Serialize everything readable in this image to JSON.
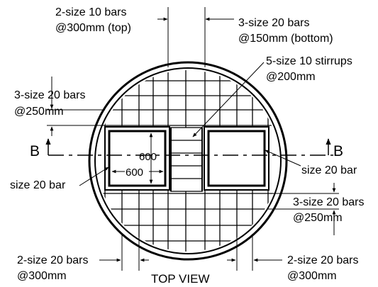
{
  "labels": {
    "top_bars_l1": "2-size 10 bars",
    "top_bars_l2": "@300mm (top)",
    "bottom_bars_l1": "3-size 20 bars",
    "bottom_bars_l2": "@150mm (bottom)",
    "stirrups_l1": "5-size 10 stirrups",
    "stirrups_l2": "@200mm",
    "left_bars_l1": "3-size 20 bars",
    "left_bars_l2": "@250mm",
    "right_bars_l1": "3-size 20 bars",
    "right_bars_l2": "@250mm",
    "size20_left": "size 20 bar",
    "size20_right": "size 20 bar",
    "bottom_left_l1": "2-size 20 bars",
    "bottom_left_l2": "@300mm",
    "bottom_right_l1": "2-size 20 bars",
    "bottom_right_l2": "@300mm",
    "dim_vertical": "600",
    "dim_horizontal": "600",
    "section_left": "B",
    "section_right": "B",
    "caption": "TOP VIEW"
  }
}
